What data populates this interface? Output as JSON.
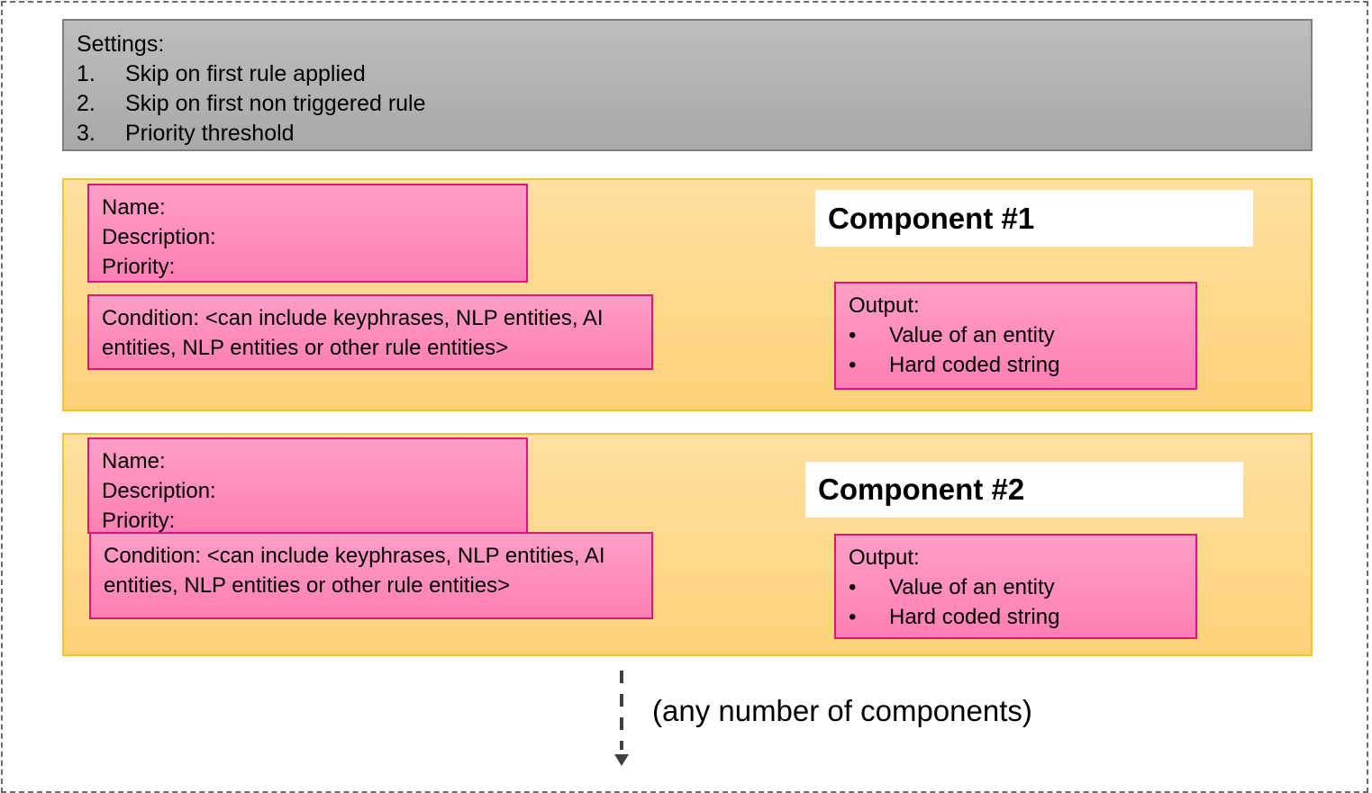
{
  "settings": {
    "title": "Settings:",
    "items": [
      {
        "num": "1.",
        "text": "Skip on first rule applied"
      },
      {
        "num": "2.",
        "text": "Skip on first non triggered rule"
      },
      {
        "num": "3.",
        "text": "Priority threshold"
      }
    ]
  },
  "components": [
    {
      "title": "Component #1",
      "fields": [
        "Name:",
        "Description:",
        "Priority:"
      ],
      "condition": [
        "Condition: <can include keyphrases, NLP entities, AI",
        "entities, NLP entities or other rule entities>"
      ],
      "output": {
        "label": "Output:",
        "items": [
          {
            "bullet": "•",
            "text": "Value of an entity"
          },
          {
            "bullet": "•",
            "text": "Hard coded string"
          }
        ]
      }
    },
    {
      "title": "Component #2",
      "fields": [
        "Name:",
        "Description:",
        "Priority:"
      ],
      "condition": [
        "Condition: <can include keyphrases, NLP entities, AI",
        "entities, NLP entities or other rule entities>"
      ],
      "output": {
        "label": "Output:",
        "items": [
          {
            "bullet": "•",
            "text": "Value of an entity"
          },
          {
            "bullet": "•",
            "text": "Hard coded string"
          }
        ]
      }
    }
  ],
  "note": "(any number of components)",
  "colors": {
    "settings_bg": "#b3b3b3",
    "component_bg": "#ffd98c",
    "pink_bg": "#ff8fbe",
    "pink_border": "#e0137a",
    "component_border": "#f2c23f"
  }
}
